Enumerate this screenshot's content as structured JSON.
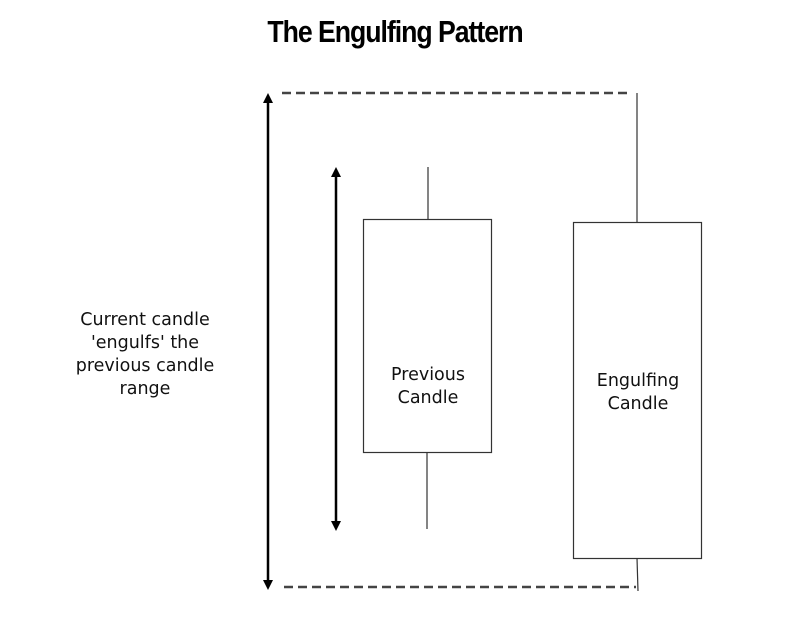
{
  "title": "The Engulfing Pattern",
  "side_note": "Current candle\n'engulfs' the\nprevious candle\nrange",
  "candles": {
    "previous": {
      "line1": "Previous",
      "line2": "Candle"
    },
    "engulfing": {
      "line1": "Engulfing",
      "line2": "Candle"
    }
  },
  "colors": {
    "stroke": "#000000",
    "dashed_line": "#444444",
    "candle_fill": "#ffffff"
  }
}
